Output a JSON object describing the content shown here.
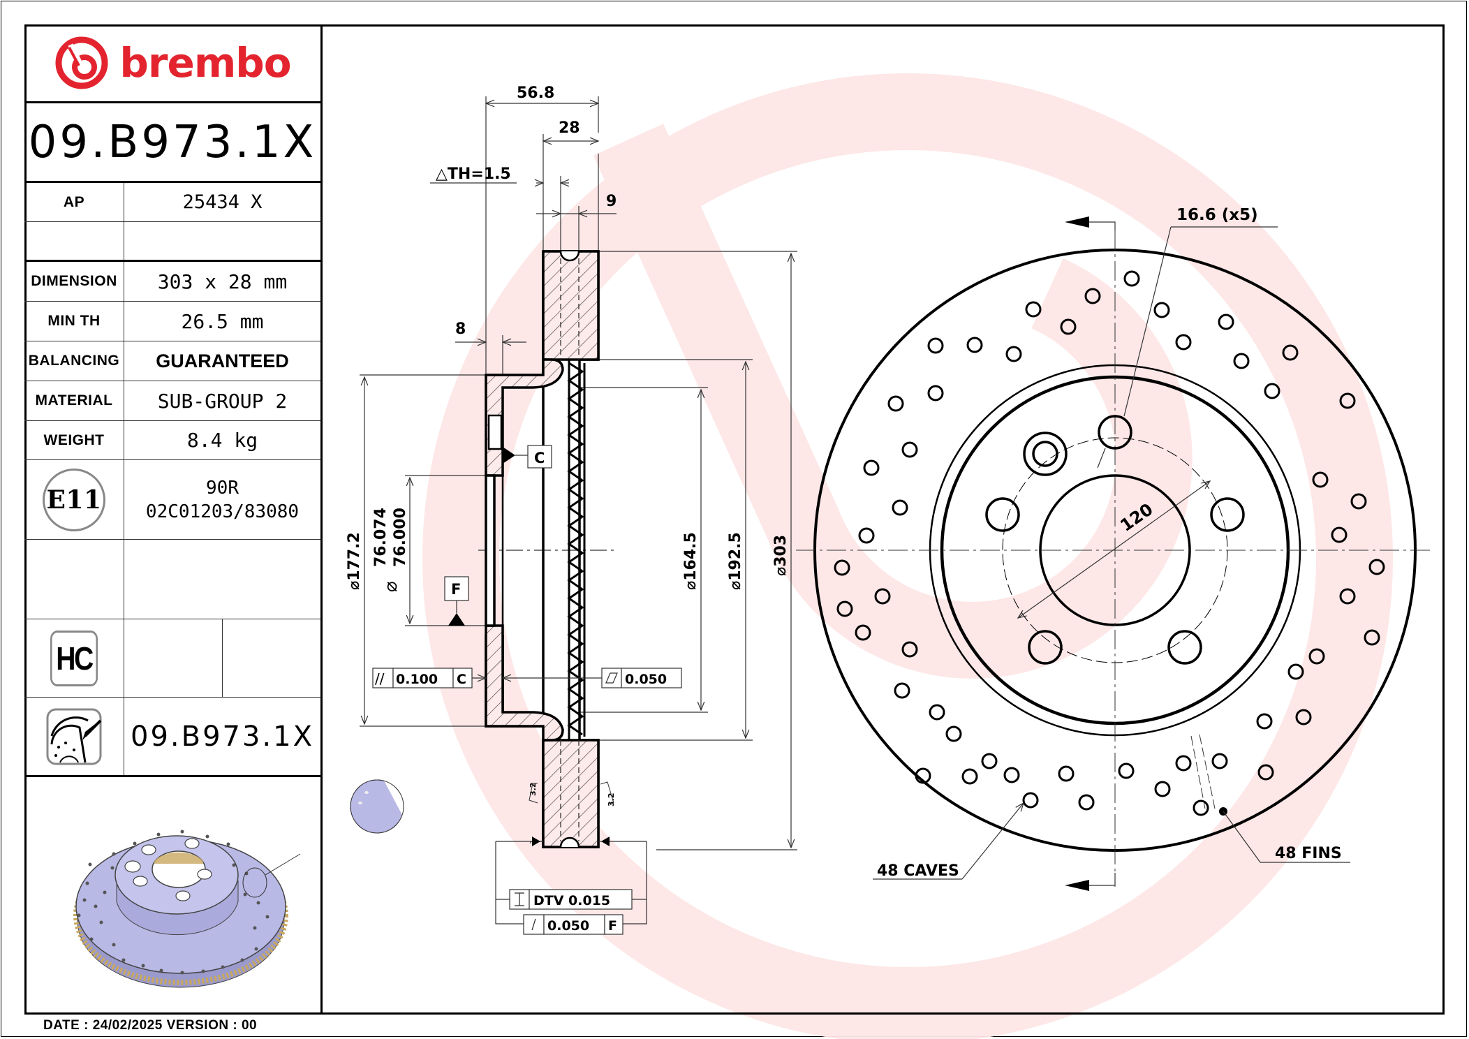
{
  "brand": {
    "name": "brembo",
    "color": "#e3242f"
  },
  "part_number": "09.B973.1X",
  "spec_table": {
    "ap": {
      "label": "AP",
      "value": "25434 X"
    },
    "rows": [
      {
        "label": "DIMENSION",
        "value": "303 x 28 mm"
      },
      {
        "label": "MIN TH",
        "value": "26.5 mm"
      },
      {
        "label": "BALANCING",
        "value": "GUARANTEED"
      },
      {
        "label": "MATERIAL",
        "value": "SUB-GROUP 2"
      },
      {
        "label": "WEIGHT",
        "value": "8.4 kg"
      }
    ],
    "homologation": {
      "mark": "E11",
      "line1": "90R",
      "line2": "02C01203/83080"
    },
    "hc_badge": "HC",
    "footer_part_number": "09.B973.1X"
  },
  "footer": {
    "date_line": "DATE : 24/02/2025 VERSION : 00"
  },
  "section_view": {
    "dims": {
      "overall_height": "56.8",
      "thickness": "28",
      "delta_th": "△TH=1.5",
      "fin_offset": "9",
      "hat_wall": "8",
      "dia_177": "⌀177.2",
      "bore_upper": "76.074",
      "bore_lower": "76.000",
      "bore_symbol": "⌀",
      "dia_164": "⌀164.5",
      "dia_192": "⌀192.5",
      "dia_303": "⌀303",
      "roughness": "3.2"
    },
    "datums": {
      "c": "C",
      "f": "F"
    },
    "tolerances": {
      "parallelism": {
        "symbol": "//",
        "value": "0.100",
        "datum": "C"
      },
      "flatness": {
        "value": "0.050"
      },
      "dtv": {
        "label": "DTV 0.015"
      },
      "runout": {
        "value": "0.050",
        "datum": "F"
      }
    }
  },
  "front_view": {
    "hole_callout": "16.6 (x5)",
    "pcd": "120",
    "caves": "48 CAVES",
    "fins": "48 FINS"
  },
  "colors": {
    "watermark": "#fde6e6",
    "render_fill": "#b9b9e6",
    "vent_ring": "#c8a860"
  }
}
